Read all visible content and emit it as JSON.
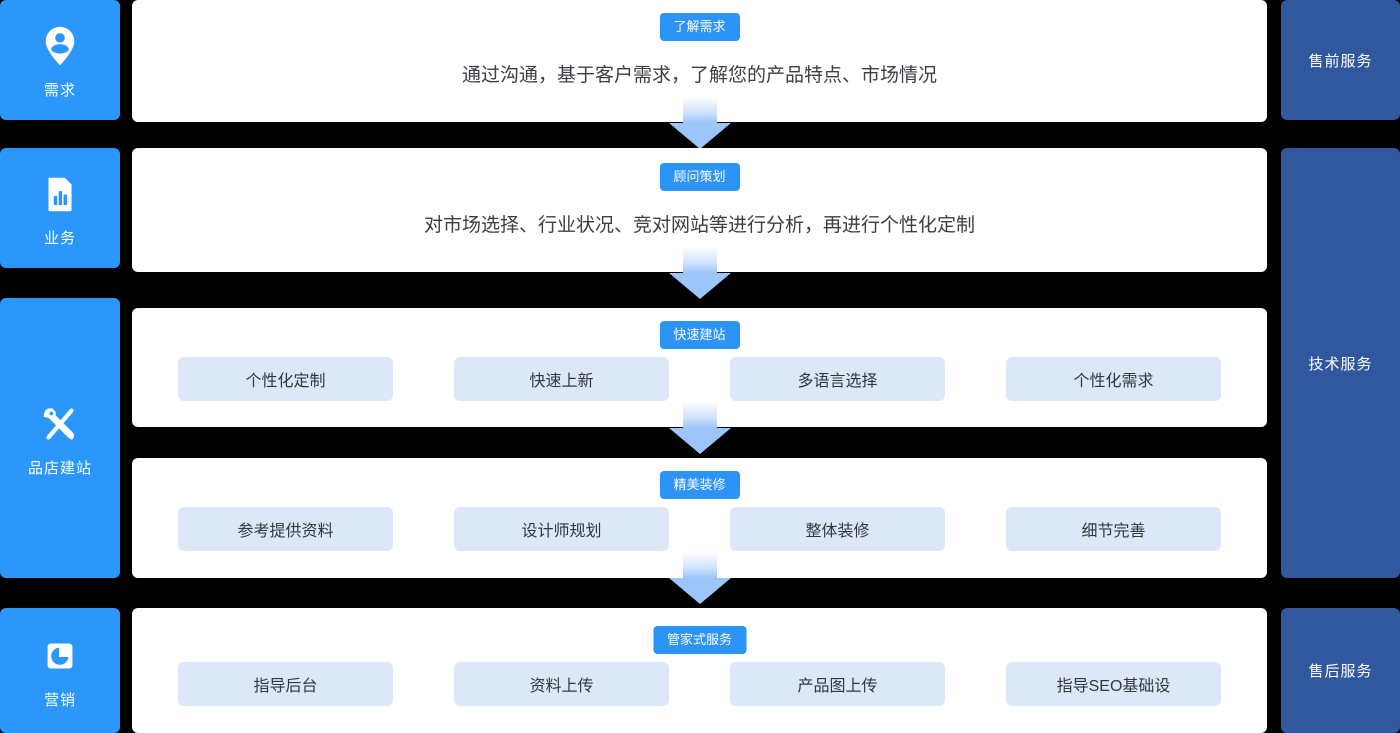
{
  "theme": {
    "background": "#000000",
    "left_sidebar_blue": "#2B97FB",
    "right_sidebar_blue": "#31579E",
    "badge_blue": "#2C93F7",
    "tag_fill": "#DCE7F8",
    "arrow_blue": "#9CC5FA",
    "panel_white": "#FFFFFF"
  },
  "left_sidebar": {
    "items": [
      {
        "label": "需求",
        "icon": "user-pin-icon"
      },
      {
        "label": "业务",
        "icon": "bar-chart-document-icon"
      },
      {
        "label": "品店建站",
        "icon": "tools-icon"
      },
      {
        "label": "营销",
        "icon": "pie-chart-icon"
      }
    ]
  },
  "right_sidebar": {
    "items": [
      {
        "label": "售前服务"
      },
      {
        "label": "技术服务"
      },
      {
        "label": "售后服务"
      }
    ]
  },
  "steps": [
    {
      "badge": "了解需求",
      "description": "通过沟通，基于客户需求，了解您的产品特点、市场情况",
      "tags": []
    },
    {
      "badge": "顾问策划",
      "description": "对市场选择、行业状况、竞对网站等进行分析，再进行个性化定制",
      "tags": []
    },
    {
      "badge": "快速建站",
      "description": "",
      "tags": [
        "个性化定制",
        "快速上新",
        "多语言选择",
        "个性化需求"
      ]
    },
    {
      "badge": "精美装修",
      "description": "",
      "tags": [
        "参考提供资料",
        "设计师规划",
        "整体装修",
        "细节完善"
      ]
    },
    {
      "badge": "管家式服务",
      "description": "",
      "tags": [
        "指导后台",
        "资料上传",
        "产品图上传",
        "指导SEO基础设"
      ]
    }
  ]
}
